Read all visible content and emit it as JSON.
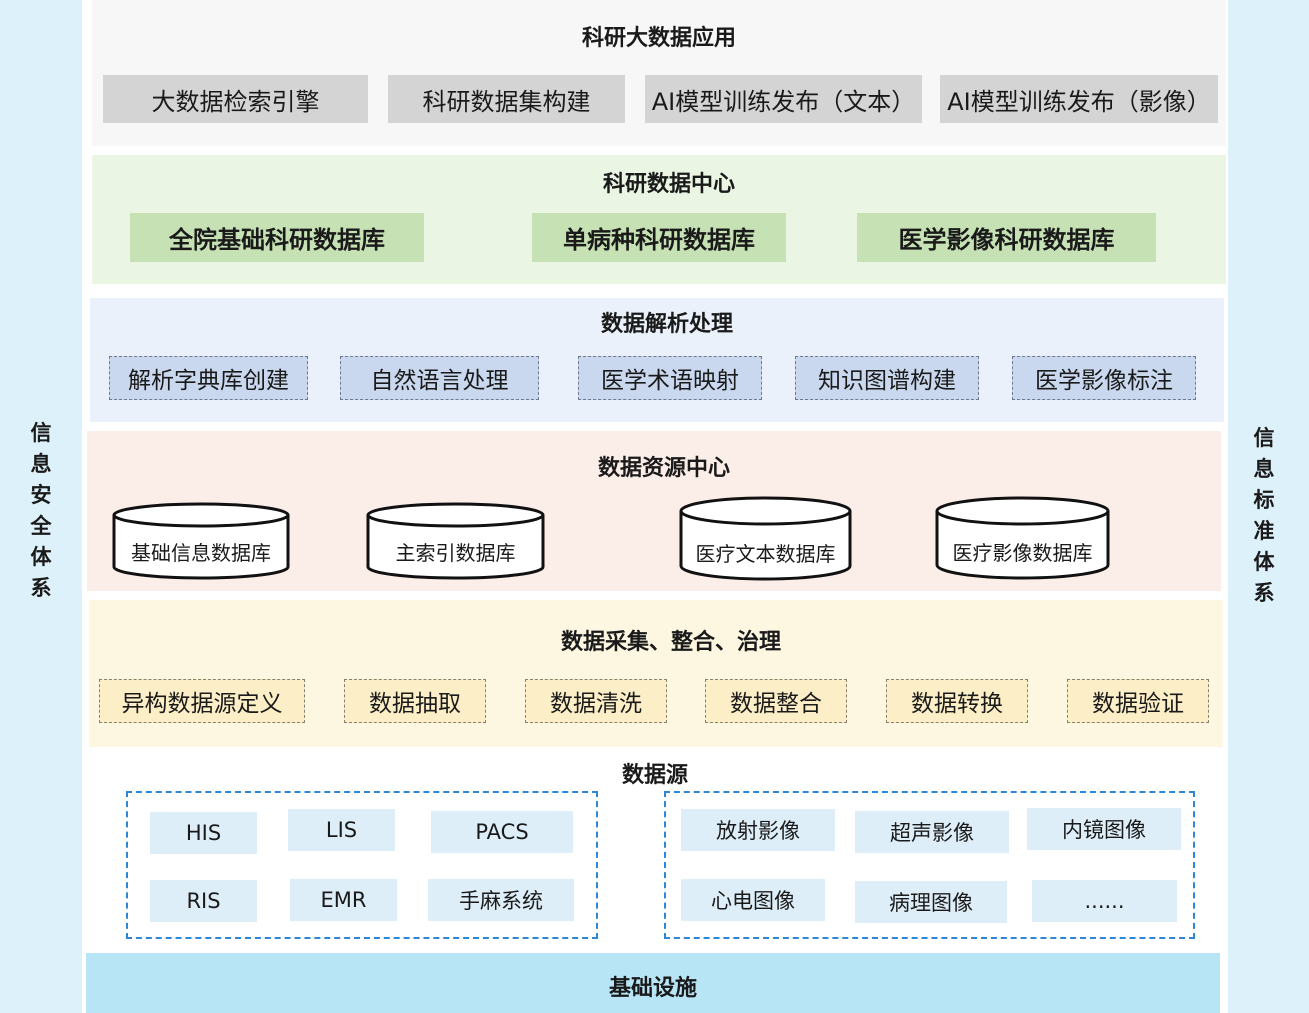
{
  "left_side": {
    "label": "信\n息\n安\n全\n体\n系"
  },
  "right_side": {
    "label": "信\n息\n标\n准\n体\n系"
  },
  "layers": {
    "research_apps": {
      "title": "科研大数据应用",
      "items": [
        "大数据检索引擎",
        "科研数据集构建",
        "AI模型训练发布（文本）",
        "AI模型训练发布（影像）"
      ]
    },
    "research_center": {
      "title": "科研数据中心",
      "items": [
        "全院基础科研数据库",
        "单病种科研数据库",
        "医学影像科研数据库"
      ]
    },
    "parsing": {
      "title": "数据解析处理",
      "items": [
        "解析字典库创建",
        "自然语言处理",
        "医学术语映射",
        "知识图谱构建",
        "医学影像标注"
      ]
    },
    "resource_center": {
      "title": "数据资源中心",
      "items": [
        "基础信息数据库",
        "主索引数据库",
        "医疗文本数据库",
        "医疗影像数据库"
      ]
    },
    "collection": {
      "title": "数据采集、整合、治理",
      "items": [
        "异构数据源定义",
        "数据抽取",
        "数据清洗",
        "数据整合",
        "数据转换",
        "数据验证"
      ]
    },
    "sources": {
      "title": "数据源",
      "group1": [
        "HIS",
        "LIS",
        "PACS",
        "RIS",
        "EMR",
        "手麻系统"
      ],
      "group2": [
        "放射影像",
        "超声影像",
        "内镜图像",
        "心电图像",
        "病理图像",
        "......"
      ]
    },
    "infrastructure": {
      "title": "基础设施"
    }
  },
  "colors": {
    "side": "#ddf1fa",
    "apps_bg": "#f7f7f7",
    "center_bg": "#eaf5e3",
    "parse_bg": "#eaf1fa",
    "resource_bg": "#fbede8",
    "collect_bg": "#fdf7e2",
    "infra_bg": "#b8e5f6",
    "dash_blue": "#2e86d6"
  }
}
